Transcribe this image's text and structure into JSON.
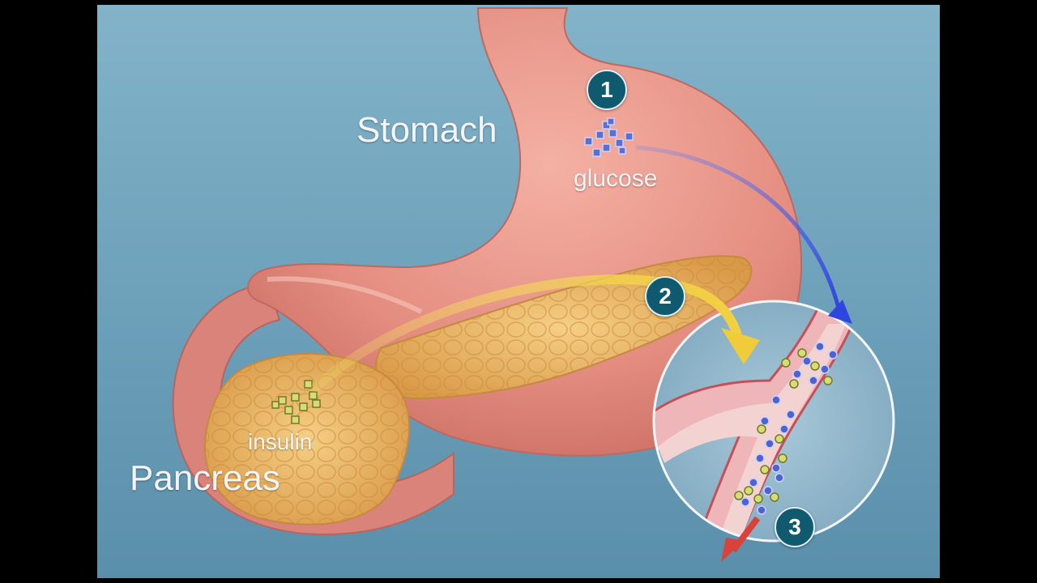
{
  "labels": {
    "stomach": "Stomach",
    "glucose": "glucose",
    "insulin": "insulin",
    "pancreas": "Pancreas"
  },
  "steps": [
    "1",
    "2",
    "3"
  ],
  "colors": {
    "background": "#6fa3bd",
    "stomach": "#e8978a",
    "pancreas": "#e9b765",
    "glucose": "#5a6fd6",
    "insulin": "#d8dc72",
    "arrow_glucose": "#3f55e0",
    "arrow_insulin": "#f2d84a",
    "arrow_out": "#d8423a",
    "badge": "#0f5a6e"
  }
}
